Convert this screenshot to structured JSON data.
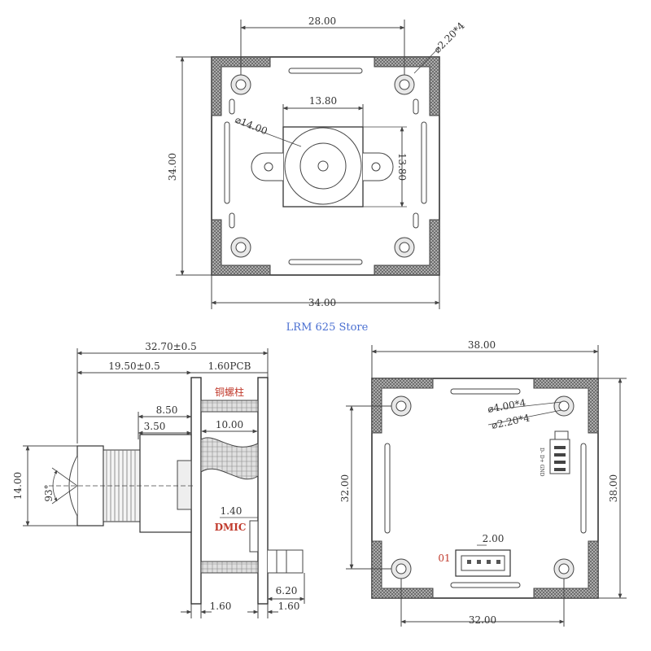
{
  "store_watermark": "LRM 625 Store",
  "top_view": {
    "width_label": "28.00",
    "hole_label": "⌀2.20*4",
    "lens_holder_label": "13.80",
    "lens_diameter_label": "⌀14.00",
    "lens_holder_height_label": "13.80",
    "board_height_label": "34.00",
    "board_width_label": "34.00"
  },
  "side_view": {
    "total_length_label": "32.70±0.5",
    "lens_length_label": "19.50±0.5",
    "pcb_label": "1.60PCB",
    "standoff_label": "铜螺柱",
    "dim_850": "8.50",
    "dim_350": "3.50",
    "dim_1000": "10.00",
    "angle_label": "93°",
    "lens_height_label": "14.00",
    "dim_140": "1.40",
    "dmic_label": "DMIC",
    "dim_620": "6.20",
    "pcb_left_label": "1.60",
    "pcb_right_label": "1.60"
  },
  "back_view": {
    "width_label": "38.00",
    "hole_big_label": "⌀4.00*4",
    "hole_small_label": "⌀2.20*4",
    "hole_spacing_v_label": "32.00",
    "board_height_label": "38.00",
    "connector_pitch_label": "2.00",
    "connector_id_label": "01",
    "hole_spacing_h_label": "32.00"
  }
}
